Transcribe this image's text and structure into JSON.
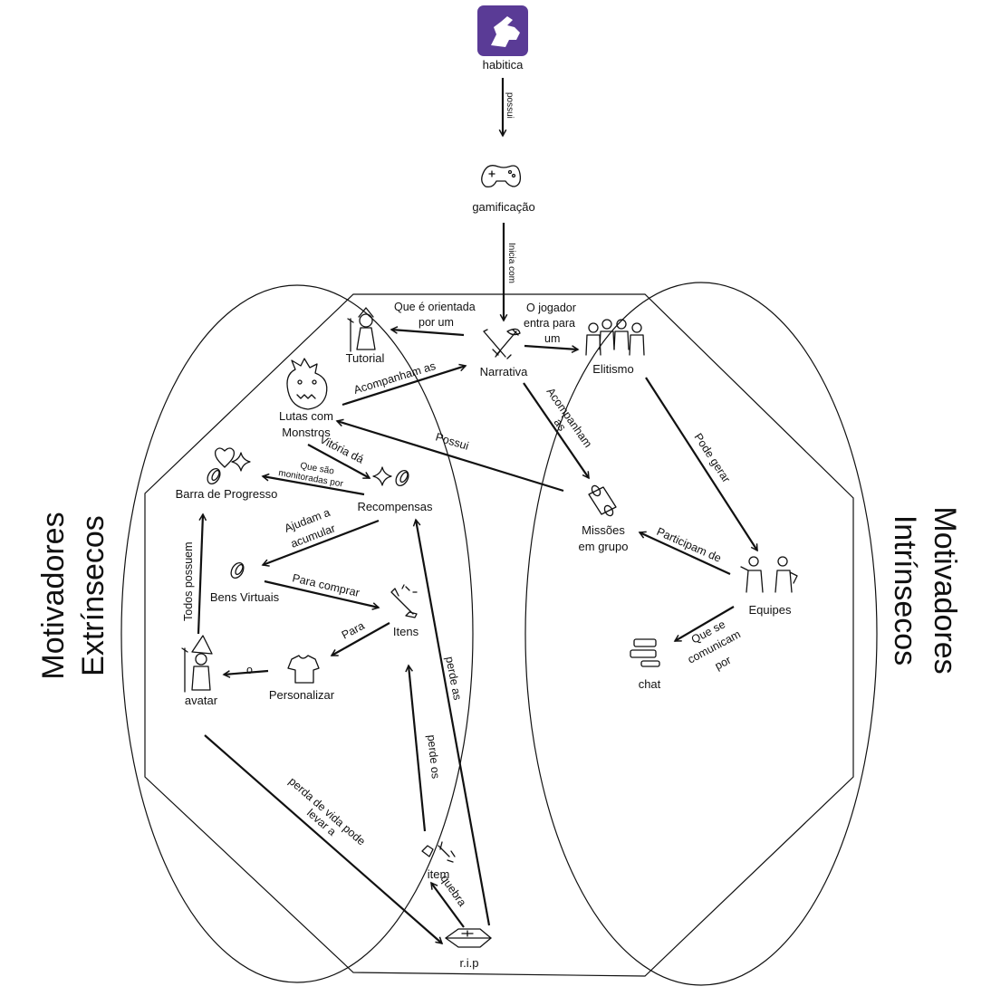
{
  "regions": {
    "extrinsic_line1": "Motivadores",
    "extrinsic_line2": "Extrínsecos",
    "intrinsic_line1": "Motivadores",
    "intrinsic_line2": "Intrínsecos"
  },
  "nodes": {
    "habitica": "habitica",
    "gamificacao": "gamificação",
    "narrativa": "Narrativa",
    "tutorial": "Tutorial",
    "elitismo": "Elitismo",
    "lutas_1": "Lutas com",
    "lutas_2": "Monstros",
    "recompensas": "Recompensas",
    "barra": "Barra de Progresso",
    "missoes_1": "Missões",
    "missoes_2": "em grupo",
    "bens": "Bens Virtuais",
    "itens": "Itens",
    "equipes": "Equipes",
    "avatar": "avatar",
    "personalizar": "Personalizar",
    "chat": "chat",
    "item": "item",
    "rip": "r.i.p"
  },
  "edges": {
    "possui": "possui",
    "inicia_com": "Inicia com",
    "orientada_1": "Que é orientada",
    "orientada_2": "por um",
    "jogador_1": "O jogador",
    "jogador_2": "entra para",
    "jogador_3": "um",
    "acompanham_as": "Acompanham as",
    "acompanham_1": "Acompanham",
    "acompanham_2": "as",
    "vitoria": "Vitória dá",
    "possui2": "Possui",
    "pode_gerar": "Pode gerar",
    "monitoradas_1": "Que são",
    "monitoradas_2": "monitoradas por",
    "ajudam_1": "Ajudam a",
    "ajudam_2": "acumular",
    "participam": "Participam de",
    "todos": "Todos possuem",
    "comprar": "Para comprar",
    "para": "Para",
    "o": "o",
    "comunicam_1": "Que se",
    "comunicam_2": "comunicam",
    "comunicam_3": "por",
    "perde_as": "perde as",
    "perde_os": "perde os",
    "perda_1": "perda de vida pode",
    "perda_2": "levar a",
    "quebra": "quebra"
  },
  "colors": {
    "habitica_logo": "#5a3b96",
    "ink": "#111111"
  }
}
